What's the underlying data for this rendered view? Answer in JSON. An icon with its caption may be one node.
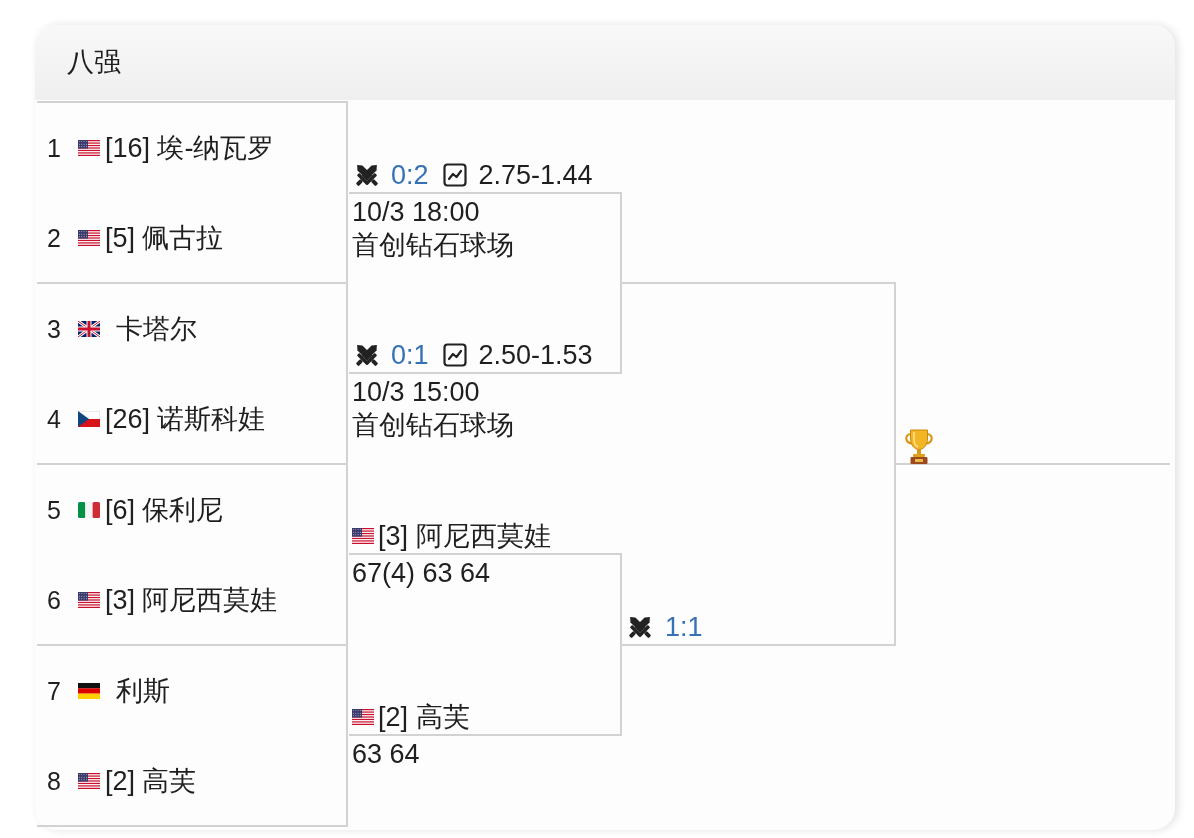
{
  "diagram": {
    "title": "八强",
    "nodes": [
      {
        "text": [],
        "shape": "box"
      },
      {
        "text": [
          "1",
          "[16] 埃-纳瓦罗"
        ],
        "in": 0
      },
      {
        "text": [
          "2",
          "[5] 佩古拉"
        ],
        "in": 0
      },
      {
        "text": [],
        "shape": "box"
      },
      {
        "text": [
          "3",
          "卡塔尔"
        ],
        "in": 3
      },
      {
        "text": [
          "4",
          "[26] 诺斯科娃"
        ],
        "in": 3
      },
      {
        "text": [],
        "shape": "box"
      },
      {
        "text": [
          "5",
          "[6] 保利尼"
        ],
        "in": 6
      },
      {
        "text": [
          "6",
          "[3] 阿尼西莫娃"
        ],
        "in": 6
      },
      {
        "text": [],
        "shape": "box"
      },
      {
        "text": [
          "7",
          "利斯"
        ],
        "in": 9
      },
      {
        "text": [
          "8",
          "[2] 高芙"
        ],
        "in": 9
      },
      {
        "text": [
          "0:2",
          "2.75-1.44",
          "10/3 18:00",
          "首创钻石球场"
        ]
      },
      {
        "text": [
          "0:1",
          "2.50-1.53",
          "10/3 15:00",
          "首创钻石球场"
        ]
      },
      {
        "text": [
          "[3] 阿尼西莫娃",
          "67(4) 63 64"
        ]
      },
      {
        "text": [
          "[2] 高芙",
          "63 64"
        ]
      },
      {
        "text": [],
        "shape": "line"
      },
      {
        "text": [
          "1:1"
        ]
      },
      {
        "text": [],
        "shape": "line"
      }
    ],
    "edges": [
      {
        "from": 12,
        "to": 16,
        "arrow": "none"
      },
      {
        "from": 13,
        "to": 16,
        "arrow": "none"
      },
      {
        "from": 14,
        "to": 17,
        "arrow": "none"
      },
      {
        "from": 15,
        "to": 17,
        "arrow": "none"
      },
      {
        "from": 16,
        "to": 18,
        "arrow": "none"
      },
      {
        "from": 17,
        "to": 18,
        "arrow": "none"
      }
    ]
  }
}
